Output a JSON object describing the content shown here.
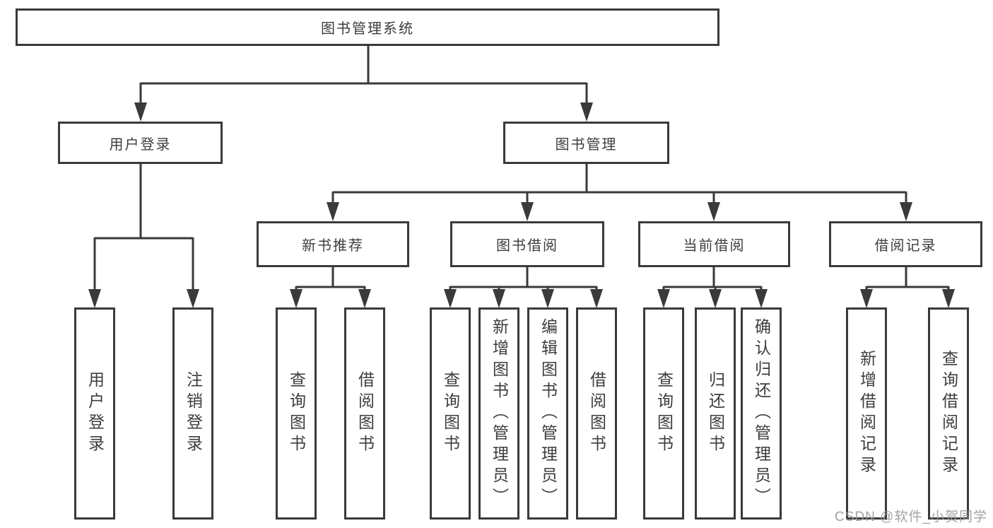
{
  "diagram": {
    "title": "图书管理系统",
    "branches": [
      {
        "label": "用户登录",
        "children": [
          {
            "label": "用户登录"
          },
          {
            "label": "注销登录"
          }
        ]
      },
      {
        "label": "图书管理",
        "children": [
          {
            "label": "新书推荐",
            "children": [
              {
                "label": "查询图书"
              },
              {
                "label": "借阅图书"
              }
            ]
          },
          {
            "label": "图书借阅",
            "children": [
              {
                "label": "查询图书"
              },
              {
                "label": "新增图书（管理员）"
              },
              {
                "label": "编辑图书（管理员）"
              },
              {
                "label": "借阅图书"
              }
            ]
          },
          {
            "label": "当前借阅",
            "children": [
              {
                "label": "查询图书"
              },
              {
                "label": "归还图书"
              },
              {
                "label": "确认归还（管理员）"
              }
            ]
          },
          {
            "label": "借阅记录",
            "children": [
              {
                "label": "新增借阅记录"
              },
              {
                "label": "查询借阅记录"
              }
            ]
          }
        ]
      }
    ]
  },
  "watermark": {
    "text": "CSDN @软件_小贺同学"
  },
  "colors": {
    "line": "#3a3a3a",
    "text": "#3d3d3d",
    "background": "#ffffff",
    "watermark": "#94969a"
  }
}
